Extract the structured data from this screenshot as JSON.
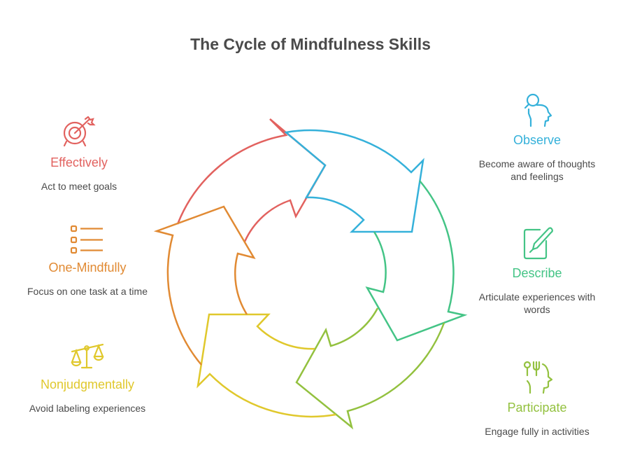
{
  "title": "The Cycle of Mindfulness Skills",
  "skills": {
    "observe": {
      "label": "Observe",
      "description": "Become aware of thoughts and feelings",
      "color": "#35b1da",
      "icon": "person-magnifier-icon"
    },
    "describe": {
      "label": "Describe",
      "description": "Articulate experiences with words",
      "color": "#44c486",
      "icon": "notepad-pen-icon"
    },
    "participate": {
      "label": "Participate",
      "description": "Engage fully in activities",
      "color": "#93c13f",
      "icon": "head-utensils-icon"
    },
    "nonjudgmentally": {
      "label": "Nonjudgmentally",
      "description": "Avoid labeling experiences",
      "color": "#e0c82c",
      "icon": "balance-scale-icon"
    },
    "one_mindfully": {
      "label": "One-Mindfully",
      "description": "Focus on one task at a time",
      "color": "#e18a33",
      "icon": "checklist-icon"
    },
    "effectively": {
      "label": "Effectively",
      "description": "Act to meet goals",
      "color": "#e2625f",
      "icon": "target-arrow-icon"
    }
  }
}
